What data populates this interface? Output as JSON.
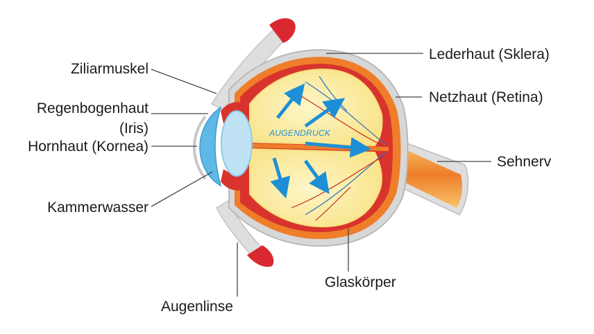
{
  "labels": {
    "ziliarmuskel": "Ziliarmuskel",
    "regenbogenhaut_line1": "Regenbogenhaut",
    "regenbogenhaut_line2": "(Iris)",
    "hornhaut": "Hornhaut (Kornea)",
    "kammerwasser": "Kammerwasser",
    "augenlinse": "Augenlinse",
    "lederhaut": "Lederhaut (Sklera)",
    "netzhaut": "Netzhaut (Retina)",
    "sehnerv": "Sehnerv",
    "glaskoerper": "Glaskörper",
    "augendruck": "AUGENDRUCK"
  },
  "colors": {
    "sclera": "#d7d7d7",
    "sclera_edge": "#b9b9b9",
    "choroid": "#ef7d2a",
    "retina_red": "#d8342d",
    "vitreous": "#fcf1b4",
    "vitreous_edge": "#f8e07d",
    "lens": "#bfe3f5",
    "cornea": "#5fb8e6",
    "muscle": "#d9282f",
    "arrow": "#1e8fd6",
    "leader": "#444444"
  }
}
